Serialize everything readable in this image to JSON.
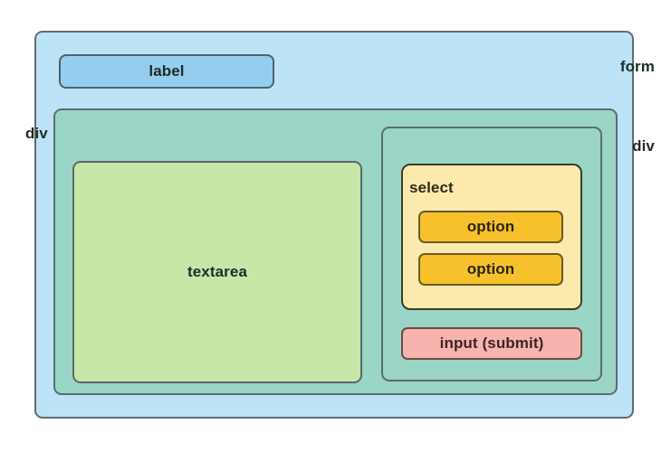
{
  "diagram": {
    "form": {
      "tag_label": "form",
      "color": "#bde3f7",
      "border_color": "#5e6e74",
      "children": {
        "label": {
          "tag_label": "label",
          "color": "#95cdee",
          "border_color": "#4f6168"
        },
        "div_outer": {
          "tag_label": "div",
          "color": "#9ad5c6",
          "border_color": "#5c6c70",
          "children": {
            "textarea": {
              "tag_label": "textarea",
              "color": "#c6e7a8",
              "border_color": "#59696b"
            },
            "div_inner": {
              "tag_label": "div",
              "color": "#9ad5c6",
              "border_color": "#5c6c70",
              "children": {
                "select": {
                  "tag_label": "select",
                  "color": "#fbe9ae",
                  "border_color": "#3e3a28",
                  "options": [
                    {
                      "tag_label": "option",
                      "color": "#f6c12b"
                    },
                    {
                      "tag_label": "option",
                      "color": "#f6c12b"
                    }
                  ]
                },
                "submit": {
                  "tag_label": "input (submit)",
                  "color": "#f7b3ae",
                  "border_color": "#6d4a48"
                }
              }
            }
          }
        }
      }
    }
  }
}
